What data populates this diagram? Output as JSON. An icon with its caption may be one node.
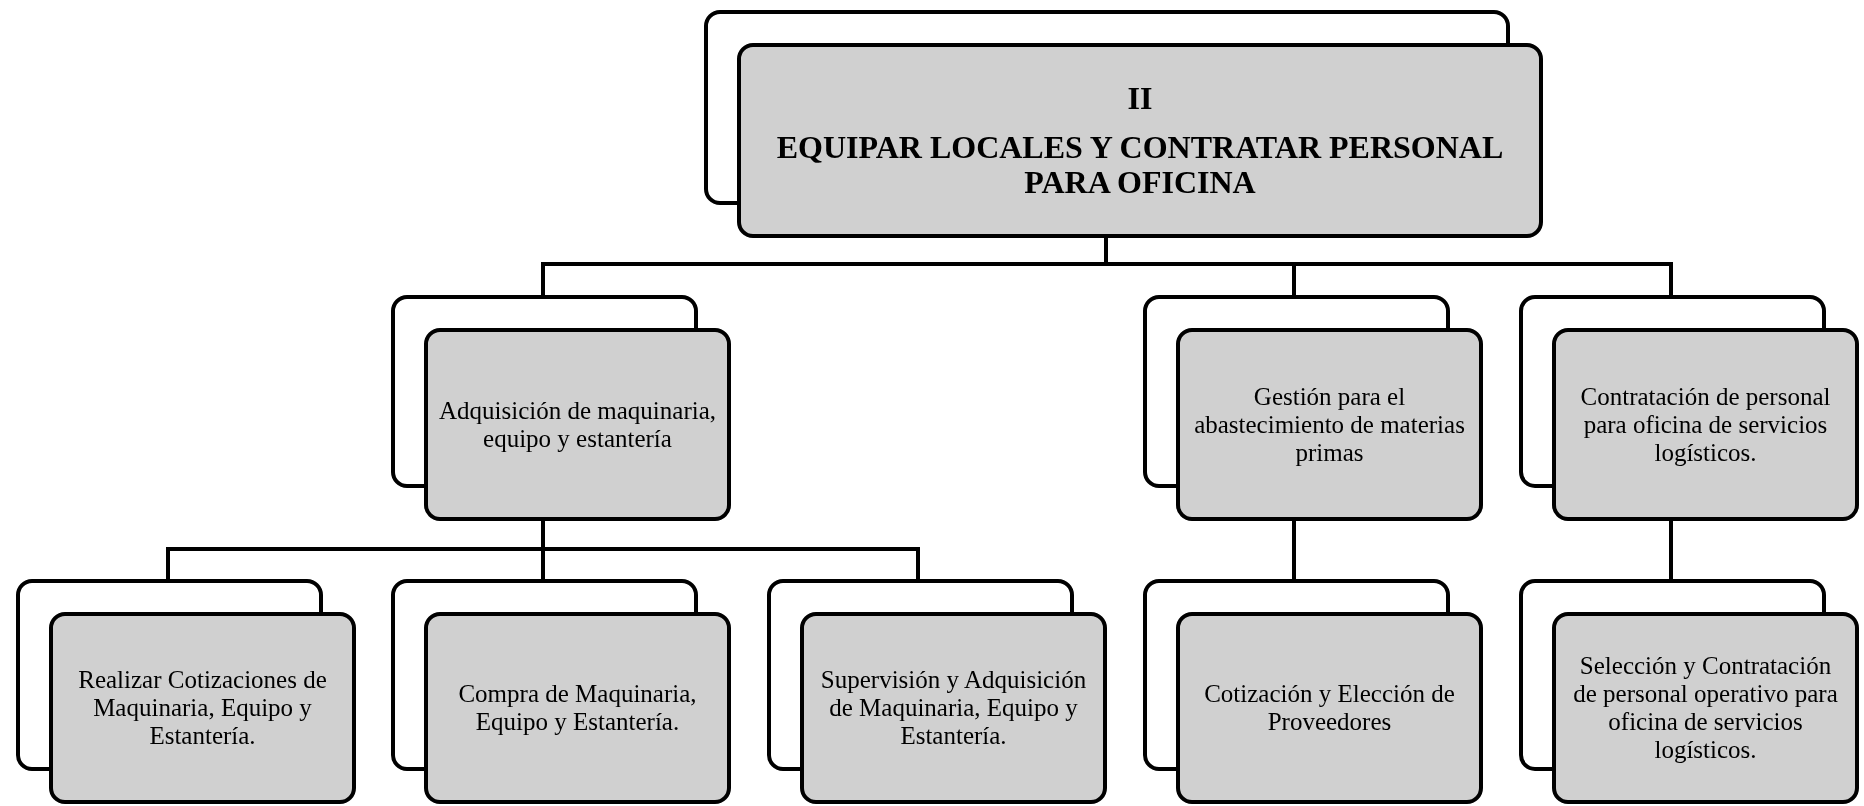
{
  "diagram": {
    "nodes": [
      {
        "text": [
          "II",
          "EQUIPAR LOCALES Y CONTRATAR PERSONAL PARA OFICINA"
        ]
      },
      {
        "text": [
          "Adquisición de maquinaria, equipo y estantería"
        ]
      },
      {
        "text": [
          "Gestión para el abastecimiento de materias primas"
        ]
      },
      {
        "text": [
          "Contratación de personal para oficina de servicios logísticos."
        ]
      },
      {
        "text": [
          "Realizar Cotizaciones de Maquinaria, Equipo y Estantería."
        ]
      },
      {
        "text": [
          "Compra de Maquinaria, Equipo y Estantería."
        ]
      },
      {
        "text": [
          "Supervisión y Adquisición  de Maquinaria, Equipo y Estantería."
        ]
      },
      {
        "text": [
          "Cotización y Elección de Proveedores"
        ]
      },
      {
        "text": [
          "Selección y Contratación de personal operativo para oficina de servicios logísticos."
        ]
      }
    ],
    "edges": [
      {
        "from": 0,
        "to": 1,
        "arrow": "none"
      },
      {
        "from": 0,
        "to": 2,
        "arrow": "none"
      },
      {
        "from": 0,
        "to": 3,
        "arrow": "none"
      },
      {
        "from": 1,
        "to": 4,
        "arrow": "none"
      },
      {
        "from": 1,
        "to": 5,
        "arrow": "none"
      },
      {
        "from": 1,
        "to": 6,
        "arrow": "none"
      },
      {
        "from": 2,
        "to": 7,
        "arrow": "none"
      },
      {
        "from": 3,
        "to": 8,
        "arrow": "none"
      }
    ]
  }
}
